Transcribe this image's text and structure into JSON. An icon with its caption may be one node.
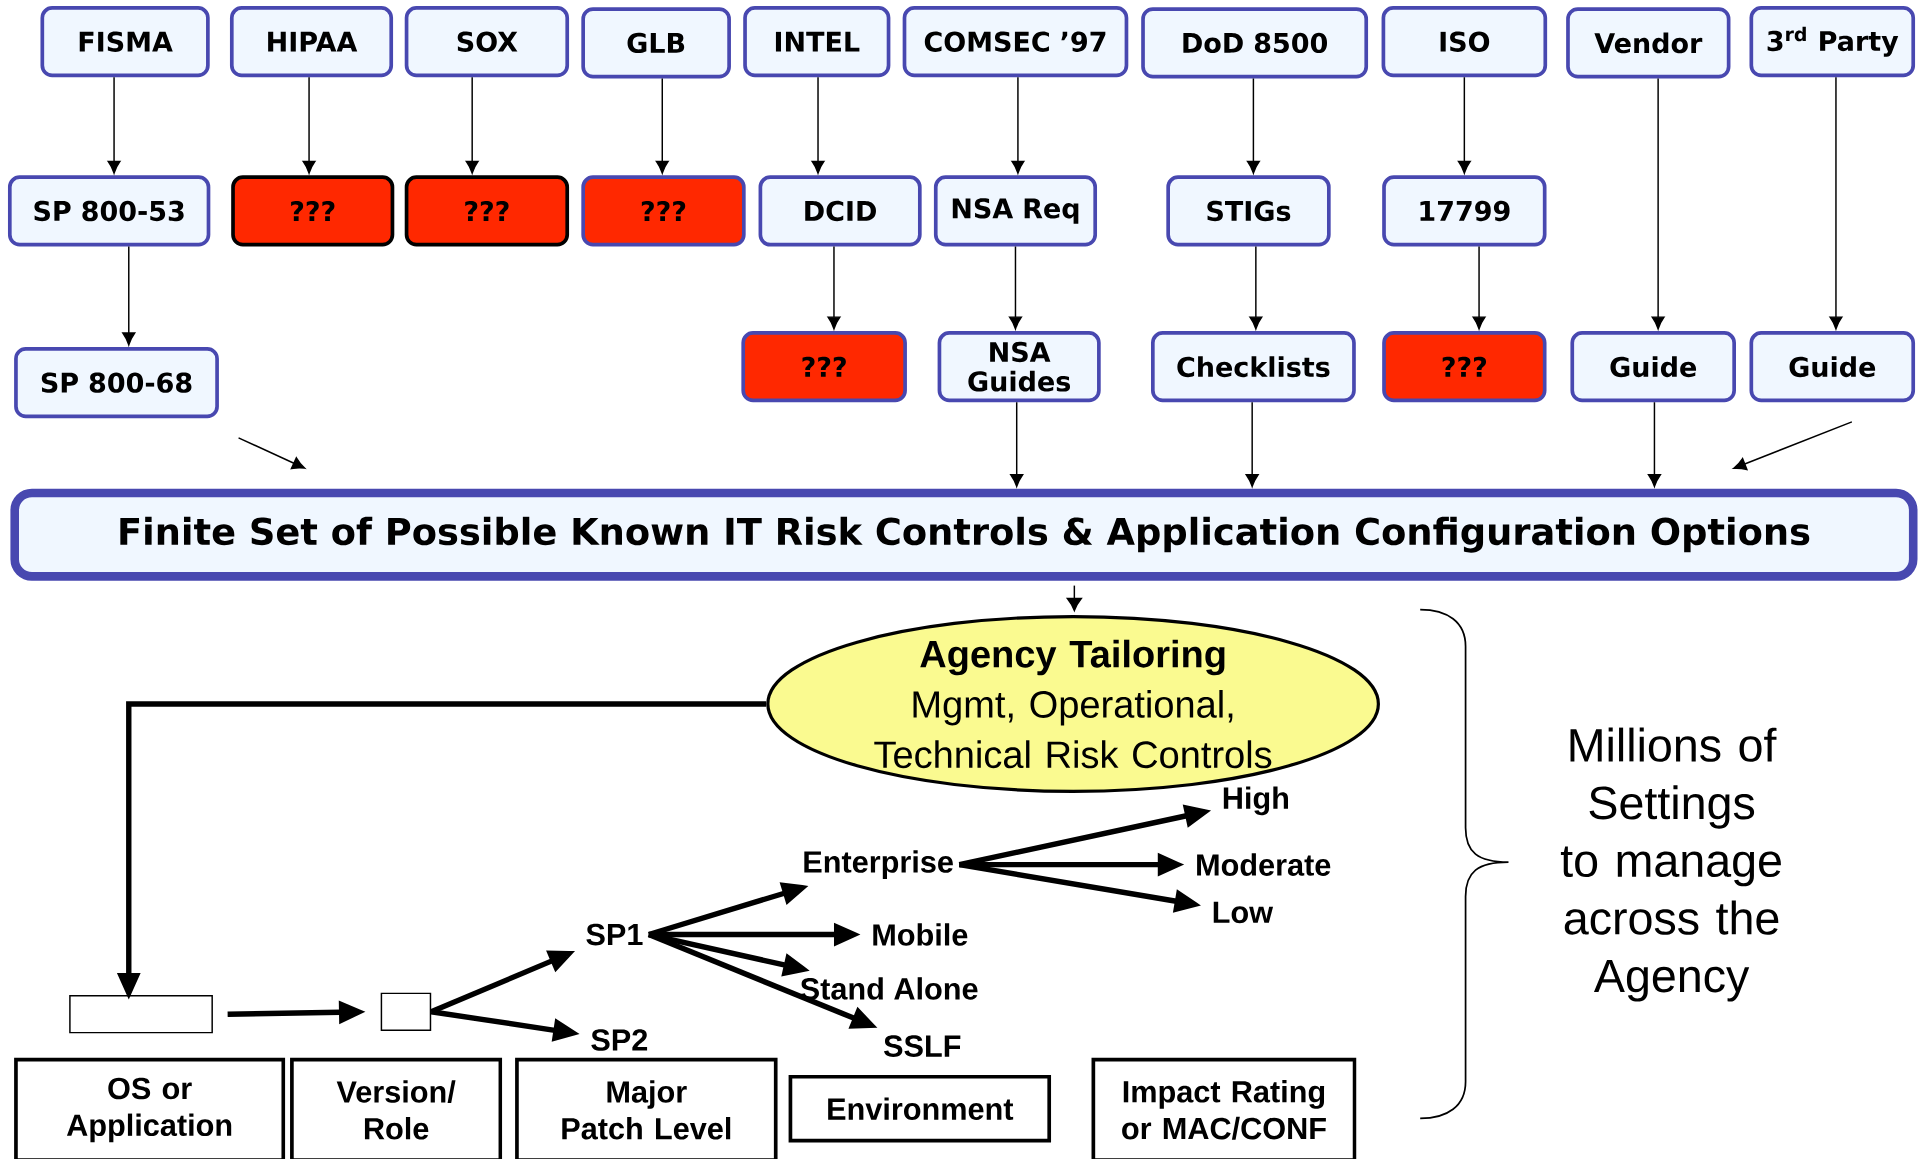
{
  "diagram": {
    "nodes": [
      {
        "text": [
          "FISMA"
        ]
      },
      {
        "text": [
          "HIPAA"
        ]
      },
      {
        "text": [
          "SOX"
        ]
      },
      {
        "text": [
          "GLB"
        ]
      },
      {
        "text": [
          "INTEL"
        ]
      },
      {
        "text": [
          "COMSEC ’97"
        ]
      },
      {
        "text": [
          "DoD 8500"
        ]
      },
      {
        "text": [
          "ISO"
        ]
      },
      {
        "text": [
          "Vendor"
        ]
      },
      {
        "text": [
          "3$^{rd}$ Party"
        ]
      },
      {
        "text": [
          "SP 800-53"
        ]
      },
      {
        "text": [
          "???"
        ]
      },
      {
        "text": [
          "???"
        ]
      },
      {
        "text": [
          "???"
        ]
      },
      {
        "text": [
          "DCID"
        ]
      },
      {
        "text": [
          "NSA Req"
        ]
      },
      {
        "text": [
          "STIGs"
        ]
      },
      {
        "text": [
          "17799"
        ]
      },
      {
        "text": [
          "SP 800-68"
        ]
      },
      {
        "text": [
          "???"
        ]
      },
      {
        "text": [
          "NSA Guides"
        ]
      },
      {
        "text": [
          "Checklists"
        ]
      },
      {
        "text": [
          "???"
        ]
      },
      {
        "text": [
          "Guide"
        ]
      },
      {
        "text": [
          "Guide"
        ]
      },
      {
        "text": [
          "Finite Set of Possible Known IT Risk Controls & Application Configuration Options"
        ]
      },
      {
        "text": [
          "Agency Tailoring",
          "Mgmt, Operational, Technical Risk Controls"
        ]
      },
      {
        "text": [],
        "shape": "box"
      },
      {
        "text": [],
        "shape": "box"
      },
      {
        "text": [
          "SP1"
        ]
      },
      {
        "text": [
          "SP2"
        ]
      },
      {
        "text": [
          "Enterprise"
        ]
      },
      {
        "text": [
          "Mobile"
        ]
      },
      {
        "text": [
          "Stand Alone"
        ]
      },
      {
        "text": [
          "SSLF"
        ]
      },
      {
        "text": [
          "High"
        ]
      },
      {
        "text": [
          "Moderate"
        ]
      },
      {
        "text": [
          "Low"
        ]
      },
      {
        "text": [
          "OS or Application"
        ]
      },
      {
        "text": [
          "Version/ Role"
        ]
      },
      {
        "text": [
          "Major Patch Level"
        ]
      },
      {
        "text": [
          "Environment"
        ]
      },
      {
        "text": [
          "Impact Rating or MAC/CONF"
        ]
      }
    ],
    "edges": [
      {
        "from": 0,
        "to": 10,
        "arrow": "to"
      },
      {
        "from": 1,
        "to": 11,
        "arrow": "to"
      },
      {
        "from": 2,
        "to": 12,
        "arrow": "to"
      },
      {
        "from": 3,
        "to": 13,
        "arrow": "to"
      },
      {
        "from": 4,
        "to": 14,
        "arrow": "to"
      },
      {
        "from": 5,
        "to": 15,
        "arrow": "to"
      },
      {
        "from": 6,
        "to": 16,
        "arrow": "to"
      },
      {
        "from": 7,
        "to": 17,
        "arrow": "to"
      },
      {
        "from": 8,
        "to": 23,
        "arrow": "to"
      },
      {
        "from": 9,
        "to": 24,
        "arrow": "to"
      },
      {
        "from": 10,
        "to": 18,
        "arrow": "to"
      },
      {
        "from": 14,
        "to": 19,
        "arrow": "to"
      },
      {
        "from": 15,
        "to": 20,
        "arrow": "to"
      },
      {
        "from": 16,
        "to": 21,
        "arrow": "to"
      },
      {
        "from": 17,
        "to": 22,
        "arrow": "to"
      },
      {
        "from": 18,
        "to": 25,
        "arrow": "to"
      },
      {
        "from": 20,
        "to": 25,
        "arrow": "to"
      },
      {
        "from": 21,
        "to": 25,
        "arrow": "to"
      },
      {
        "from": 23,
        "to": 25,
        "arrow": "to"
      },
      {
        "from": 24,
        "to": 25,
        "arrow": "to"
      },
      {
        "from": 25,
        "to": 26,
        "arrow": "to"
      },
      {
        "from": 26,
        "to": 27,
        "arrow": "to",
        "style": "thick"
      },
      {
        "from": 27,
        "to": 28,
        "arrow": "to",
        "style": "thick"
      },
      {
        "from": 28,
        "to": 29,
        "arrow": "to",
        "style": "thick"
      },
      {
        "from": 28,
        "to": 30,
        "arrow": "to",
        "style": "thick"
      },
      {
        "from": 29,
        "to": 31,
        "arrow": "to",
        "style": "thick"
      },
      {
        "from": 29,
        "to": 32,
        "arrow": "to",
        "style": "thick"
      },
      {
        "from": 29,
        "to": 33,
        "arrow": "to",
        "style": "thick"
      },
      {
        "from": 29,
        "to": 34,
        "arrow": "to",
        "style": "thick"
      },
      {
        "from": 31,
        "to": 35,
        "arrow": "to",
        "style": "thick"
      },
      {
        "from": 31,
        "to": 36,
        "arrow": "to",
        "style": "thick"
      },
      {
        "from": 31,
        "to": 37,
        "arrow": "to",
        "style": "thick"
      }
    ],
    "labels": [
      "Millions of Settings to manage across the Agency"
    ]
  }
}
